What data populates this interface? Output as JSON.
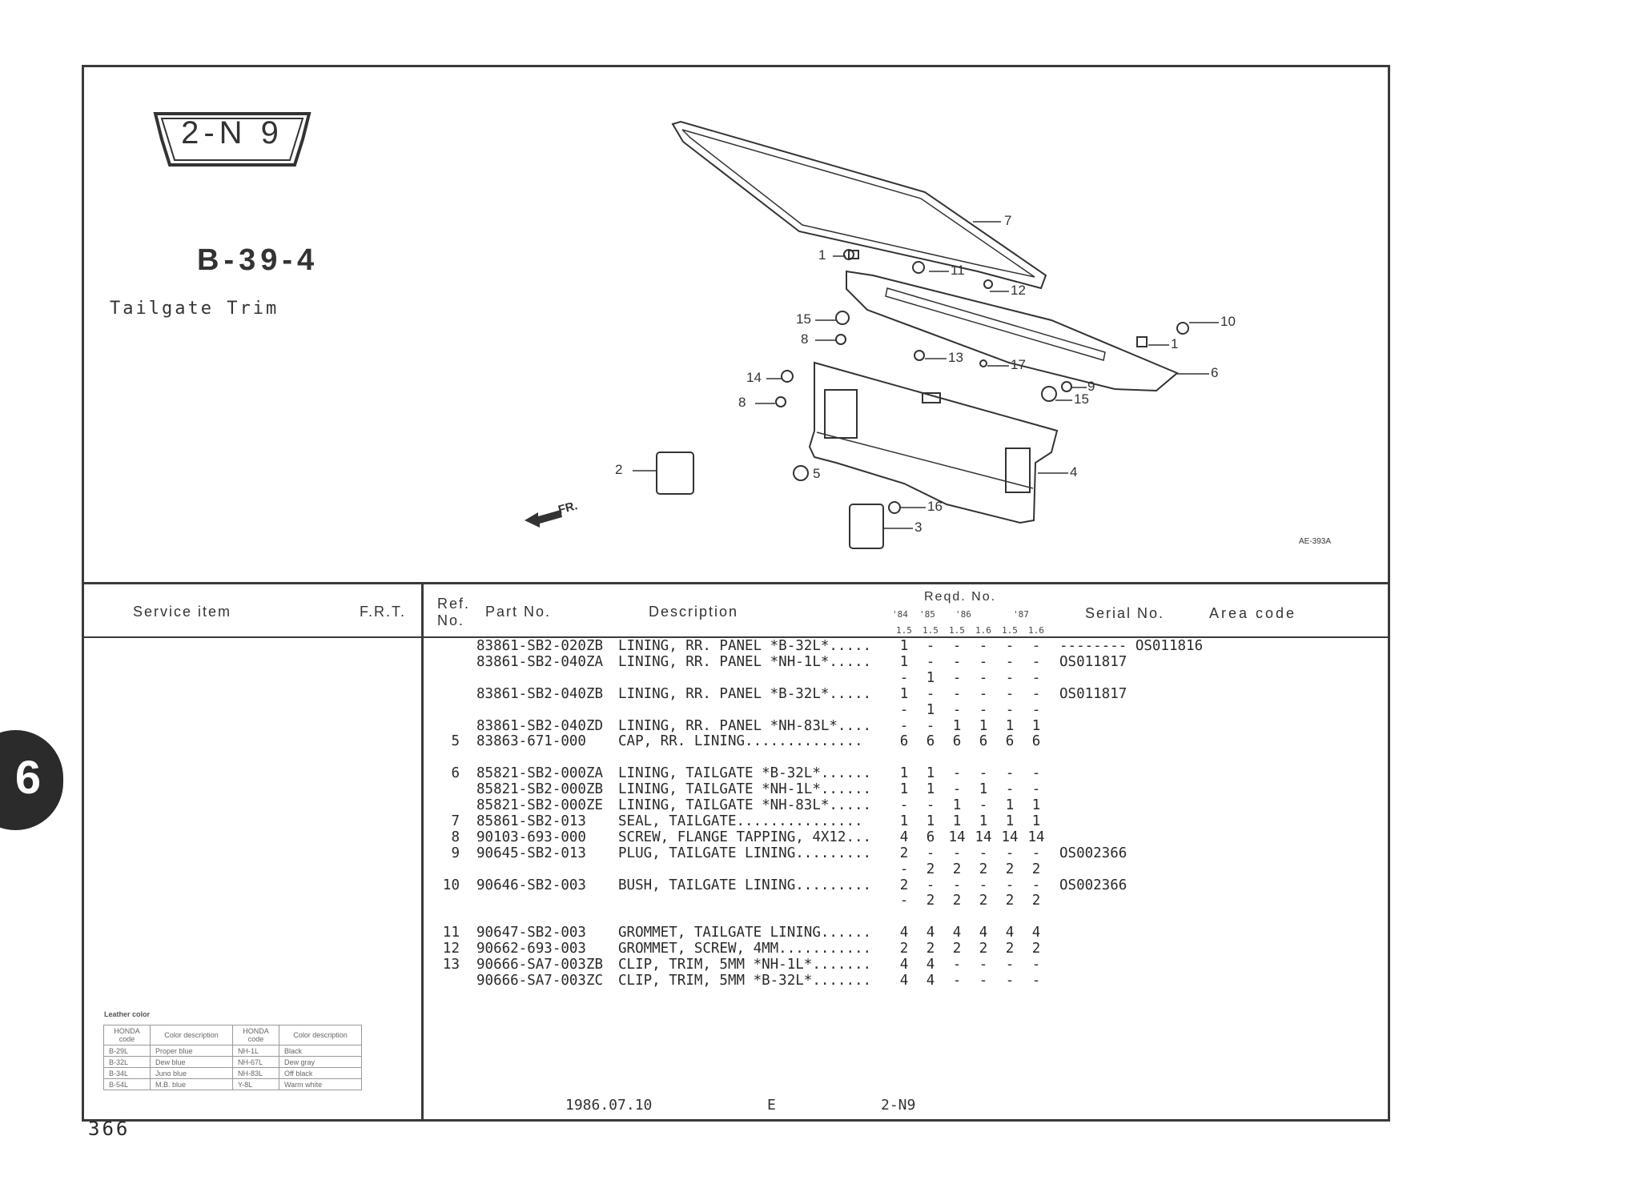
{
  "badge": "2-N 9",
  "section_code": "B-39-4",
  "section_title": "Tailgate Trim",
  "chapter_tab": "6",
  "page_number": "366",
  "diagram": {
    "callouts": [
      "7",
      "1",
      "11",
      "12",
      "10",
      "1",
      "15",
      "8",
      "13",
      "17",
      "6",
      "14",
      "9",
      "15",
      "8",
      "2",
      "5",
      "4",
      "16",
      "3"
    ],
    "front_label": "FR.",
    "figure_code": "AE-393A"
  },
  "table_header": {
    "service_item": "Service  item",
    "frt": "F.R.T.",
    "ref_no_1": "Ref.",
    "ref_no_2": "No.",
    "part_no": "Part No.",
    "description": "Description",
    "reqd_no": "Reqd. No.",
    "years": [
      "'84",
      "'85",
      "'86",
      "'87"
    ],
    "engines": [
      "1.5",
      "1.5",
      "1.5",
      "1.6",
      "1.5",
      "1.6"
    ],
    "serial_no": "Serial No.",
    "area_code": "Area code"
  },
  "rows": [
    {
      "ref": "",
      "part": "83861-SB2-020ZB",
      "desc": "LINING, RR. PANEL *B-32L*.....",
      "qty": [
        "1",
        "-",
        "-",
        "-",
        "-",
        "-"
      ],
      "serial": "-------- OS011816"
    },
    {
      "ref": "",
      "part": "83861-SB2-040ZA",
      "desc": "LINING, RR. PANEL *NH-1L*.....",
      "qty": [
        "1",
        "-",
        "-",
        "-",
        "-",
        "-"
      ],
      "serial": "OS011817"
    },
    {
      "ref": "",
      "part": "",
      "desc": "",
      "qty": [
        "-",
        "1",
        "-",
        "-",
        "-",
        "-"
      ],
      "serial": ""
    },
    {
      "ref": "",
      "part": "83861-SB2-040ZB",
      "desc": "LINING, RR. PANEL *B-32L*.....",
      "qty": [
        "1",
        "-",
        "-",
        "-",
        "-",
        "-"
      ],
      "serial": "OS011817"
    },
    {
      "ref": "",
      "part": "",
      "desc": "",
      "qty": [
        "-",
        "1",
        "-",
        "-",
        "-",
        "-"
      ],
      "serial": ""
    },
    {
      "ref": "",
      "part": "83861-SB2-040ZD",
      "desc": "LINING, RR. PANEL *NH-83L*....",
      "qty": [
        "-",
        "-",
        "1",
        "1",
        "1",
        "1"
      ],
      "serial": ""
    },
    {
      "ref": "5",
      "part": "83863-671-000",
      "desc": "CAP, RR. LINING..............",
      "qty": [
        "6",
        "6",
        "6",
        "6",
        "6",
        "6"
      ],
      "serial": ""
    },
    null,
    {
      "ref": "6",
      "part": "85821-SB2-000ZA",
      "desc": "LINING, TAILGATE *B-32L*......",
      "qty": [
        "1",
        "1",
        "-",
        "-",
        "-",
        "-"
      ],
      "serial": ""
    },
    {
      "ref": "",
      "part": "85821-SB2-000ZB",
      "desc": "LINING, TAILGATE *NH-1L*......",
      "qty": [
        "1",
        "1",
        "-",
        "1",
        "-",
        "-"
      ],
      "serial": ""
    },
    {
      "ref": "",
      "part": "85821-SB2-000ZE",
      "desc": "LINING, TAILGATE *NH-83L*.....",
      "qty": [
        "-",
        "-",
        "1",
        "-",
        "1",
        "1"
      ],
      "serial": ""
    },
    {
      "ref": "7",
      "part": "85861-SB2-013",
      "desc": "SEAL, TAILGATE...............",
      "qty": [
        "1",
        "1",
        "1",
        "1",
        "1",
        "1"
      ],
      "serial": ""
    },
    {
      "ref": "8",
      "part": "90103-693-000",
      "desc": "SCREW, FLANGE TAPPING, 4X12...",
      "qty": [
        "4",
        "6",
        "14",
        "14",
        "14",
        "14"
      ],
      "serial": ""
    },
    {
      "ref": "9",
      "part": "90645-SB2-013",
      "desc": "PLUG, TAILGATE LINING.........",
      "qty": [
        "2",
        "-",
        "-",
        "-",
        "-",
        "-"
      ],
      "serial": "OS002366"
    },
    {
      "ref": "",
      "part": "",
      "desc": "",
      "qty": [
        "-",
        "2",
        "2",
        "2",
        "2",
        "2"
      ],
      "serial": ""
    },
    {
      "ref": "10",
      "part": "90646-SB2-003",
      "desc": "BUSH, TAILGATE LINING.........",
      "qty": [
        "2",
        "-",
        "-",
        "-",
        "-",
        "-"
      ],
      "serial": "OS002366"
    },
    {
      "ref": "",
      "part": "",
      "desc": "",
      "qty": [
        "-",
        "2",
        "2",
        "2",
        "2",
        "2"
      ],
      "serial": ""
    },
    null,
    {
      "ref": "11",
      "part": "90647-SB2-003",
      "desc": "GROMMET, TAILGATE LINING......",
      "qty": [
        "4",
        "4",
        "4",
        "4",
        "4",
        "4"
      ],
      "serial": ""
    },
    {
      "ref": "12",
      "part": "90662-693-003",
      "desc": "GROMMET, SCREW, 4MM...........",
      "qty": [
        "2",
        "2",
        "2",
        "2",
        "2",
        "2"
      ],
      "serial": ""
    },
    {
      "ref": "13",
      "part": "90666-SA7-003ZB",
      "desc": "CLIP, TRIM, 5MM *NH-1L*.......",
      "qty": [
        "4",
        "4",
        "-",
        "-",
        "-",
        "-"
      ],
      "serial": ""
    },
    {
      "ref": "",
      "part": "90666-SA7-003ZC",
      "desc": "CLIP, TRIM, 5MM *B-32L*.......",
      "qty": [
        "4",
        "4",
        "-",
        "-",
        "-",
        "-"
      ],
      "serial": ""
    }
  ],
  "leather_color": {
    "caption": "Leather color",
    "headers": [
      "HONDA code",
      "Color description",
      "HONDA code",
      "Color description"
    ],
    "rows": [
      [
        "B-29L",
        "Proper blue",
        "NH-1L",
        "Black"
      ],
      [
        "B-32L",
        "Dew blue",
        "NH-67L",
        "Dew gray"
      ],
      [
        "B-34L",
        "Juno blue",
        "NH-83L",
        "Off black"
      ],
      [
        "B-54L",
        "M.B. blue",
        "Y-8L",
        "Warm white"
      ]
    ]
  },
  "footer": {
    "date": "1986.07.10",
    "edition": "E",
    "code": "2-N9"
  }
}
